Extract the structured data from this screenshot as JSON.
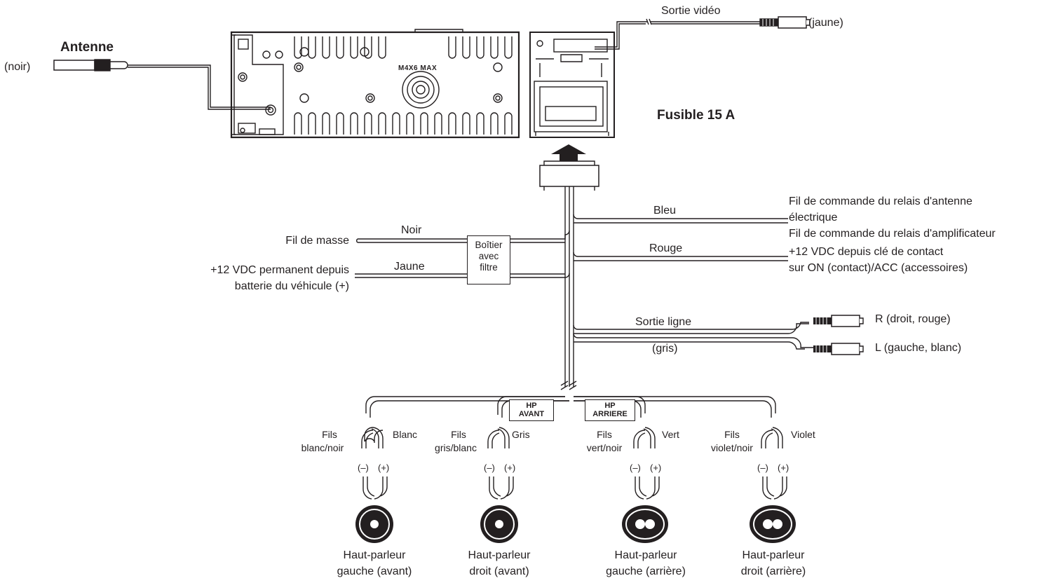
{
  "antenna": {
    "title": "Antenne",
    "color": "(noir)"
  },
  "unit": {
    "screw_label": "M4X6 MAX"
  },
  "video": {
    "label": "Sortie vidéo",
    "color": "(jaune)"
  },
  "fuse": {
    "label": "Fusible 15 A"
  },
  "filter_box": {
    "line1": "Boîtier",
    "line2": "avec",
    "line3": "filtre"
  },
  "ground": {
    "color": "Noir",
    "desc": "Fil de masse"
  },
  "battery": {
    "color": "Jaune",
    "desc_line1": "+12 VDC permanent depuis",
    "desc_line2": "batterie du véhicule (+)"
  },
  "blue": {
    "color": "Bleu",
    "desc_line1": "Fil de commande du relais d'antenne",
    "desc_line2": "électrique",
    "desc_line3": "Fil de commande du relais d'amplificateur"
  },
  "red": {
    "color": "Rouge",
    "desc_line1": "+12 VDC depuis clé de contact",
    "desc_line2": "sur ON (contact)/ACC (accessoires)"
  },
  "line_out": {
    "label": "Sortie ligne",
    "color": "(gris)",
    "right": "R (droit, rouge)",
    "left": "L (gauche, blanc)"
  },
  "hp_front": {
    "line1": "HP",
    "line2": "AVANT"
  },
  "hp_rear": {
    "line1": "HP",
    "line2": "ARRIERE"
  },
  "polarity": {
    "neg": "(–)",
    "pos": "(+)"
  },
  "speakers": [
    {
      "wire_neg_1": "Fils",
      "wire_neg_2": "blanc/noir",
      "wire_pos": "Blanc",
      "name_1": "Haut-parleur",
      "name_2": "gauche (avant)"
    },
    {
      "wire_neg_1": "Fils",
      "wire_neg_2": "gris/blanc",
      "wire_pos": "Gris",
      "name_1": "Haut-parleur",
      "name_2": "droit (avant)"
    },
    {
      "wire_neg_1": "Fils",
      "wire_neg_2": "vert/noir",
      "wire_pos": "Vert",
      "name_1": "Haut-parleur",
      "name_2": "gauche (arrière)"
    },
    {
      "wire_neg_1": "Fils",
      "wire_neg_2": "violet/noir",
      "wire_pos": "Violet",
      "name_1": "Haut-parleur",
      "name_2": "droit (arrière)"
    }
  ],
  "colors": {
    "ink": "#231f20",
    "background": "#ffffff"
  }
}
